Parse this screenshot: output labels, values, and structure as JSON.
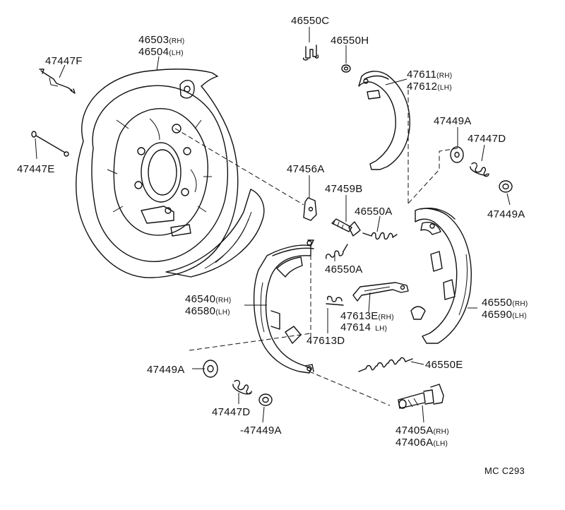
{
  "labels": {
    "p46550C": "46550C",
    "p46550H": "46550H",
    "p47447F": "47447F",
    "p46503": "46503",
    "p46504": "46504",
    "p47611": "47611",
    "p47612": "47612",
    "p47449A_top": "47449A",
    "p47447D_top": "47447D",
    "p47449A_right": "47449A",
    "p47447E": "47447E",
    "p47456A": "47456A",
    "p47459B": "47459B",
    "p46550A_right": "46550A",
    "p46550A_mid": "46550A",
    "p46540": "46540",
    "p46580": "46580",
    "p47613E": "47613E",
    "p47614": "47614",
    "p46550": "46550",
    "p46590": "46590",
    "p47613D": "47613D",
    "p47449A_left": "47449A",
    "p46550E": "46550E",
    "p47447D_bottom": "47447D",
    "p47449A_bottom": "47449A",
    "p47405A": "47405A",
    "p47406A": "47406A",
    "ref_code": "MC C293"
  },
  "suffix": {
    "rh": "(RH)",
    "lh": "(LH)",
    "lh_plain": "LH)",
    "dash_prefix": "-"
  }
}
